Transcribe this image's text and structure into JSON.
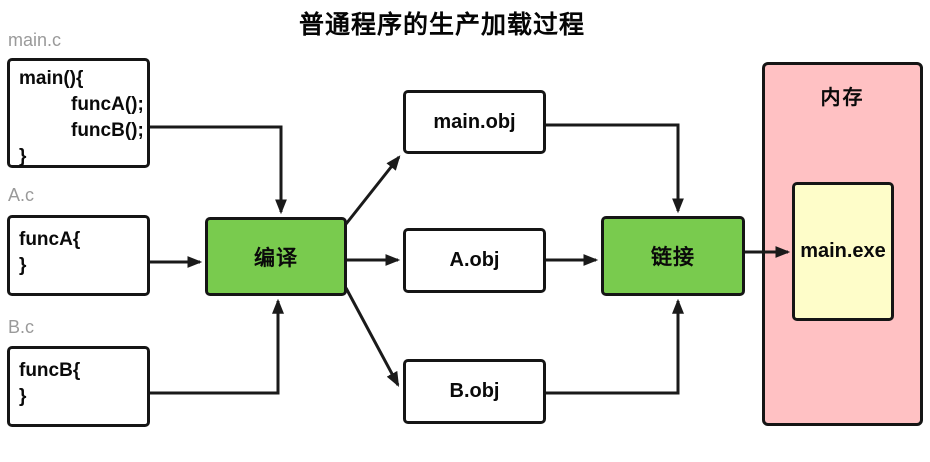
{
  "title": "普通程序的生产加载过程",
  "colors": {
    "process_green": "#79cb4e",
    "memory_pink": "#ffc1c3",
    "exe_yellow": "#fefdc9",
    "wire_black": "#1a1a1a",
    "file_label_gray": "#9a9a9a"
  },
  "sources": [
    {
      "file_label": "main.c",
      "lines": [
        "main(){",
        "funcA();",
        "funcB();",
        "}"
      ]
    },
    {
      "file_label": "A.c",
      "lines": [
        "funcA{",
        "}"
      ]
    },
    {
      "file_label": "B.c",
      "lines": [
        "funcB{",
        "}"
      ]
    }
  ],
  "stages": {
    "compile": "编译",
    "link": "链接"
  },
  "objects": [
    "main.obj",
    "A.obj",
    "B.obj"
  ],
  "memory": {
    "label": "内存",
    "exe_label": "main.exe"
  }
}
